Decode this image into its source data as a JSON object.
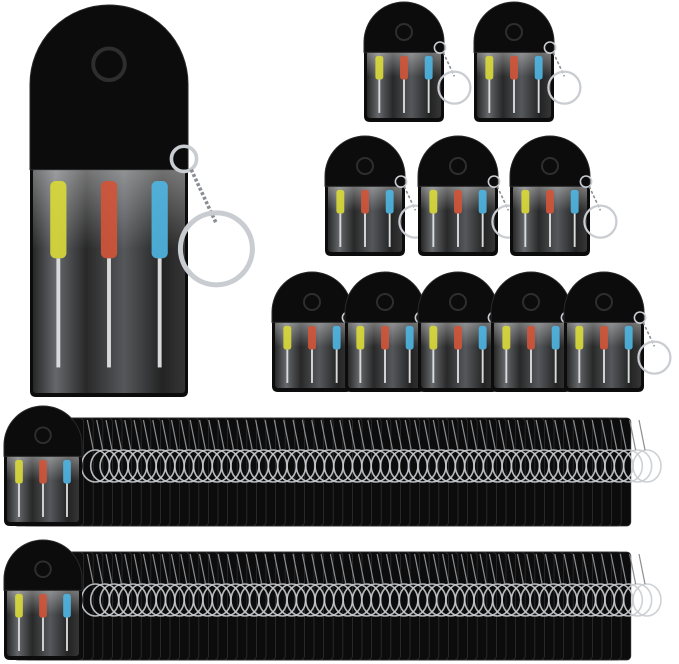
{
  "image": {
    "subject": "screwdriver-keychain-pouch-set",
    "colors": {
      "background": "#ffffff",
      "pouch": "#0c0c0c",
      "pouch_edge": "#2a2a2a",
      "sleeve": "#1b1b1b",
      "sleeve_highlight": "#cfd3d8",
      "ring": "#c9ccd0",
      "ring_shadow": "#8a8e93",
      "handle_yellow": "#d8d83a",
      "handle_red": "#d0553a",
      "handle_blue": "#4fb4df",
      "shaft": "#d8dadc"
    },
    "screwdriver_handles": [
      "yellow",
      "red",
      "blue"
    ],
    "rows": [
      {
        "pouches": 1,
        "style": "single-large"
      },
      {
        "pouches": 2,
        "style": "small"
      },
      {
        "pouches": 3,
        "style": "small"
      },
      {
        "pouches": 5,
        "style": "stacked"
      },
      {
        "pouches": 60,
        "style": "bulk-stack"
      },
      {
        "pouches": 60,
        "style": "bulk-stack"
      }
    ]
  }
}
